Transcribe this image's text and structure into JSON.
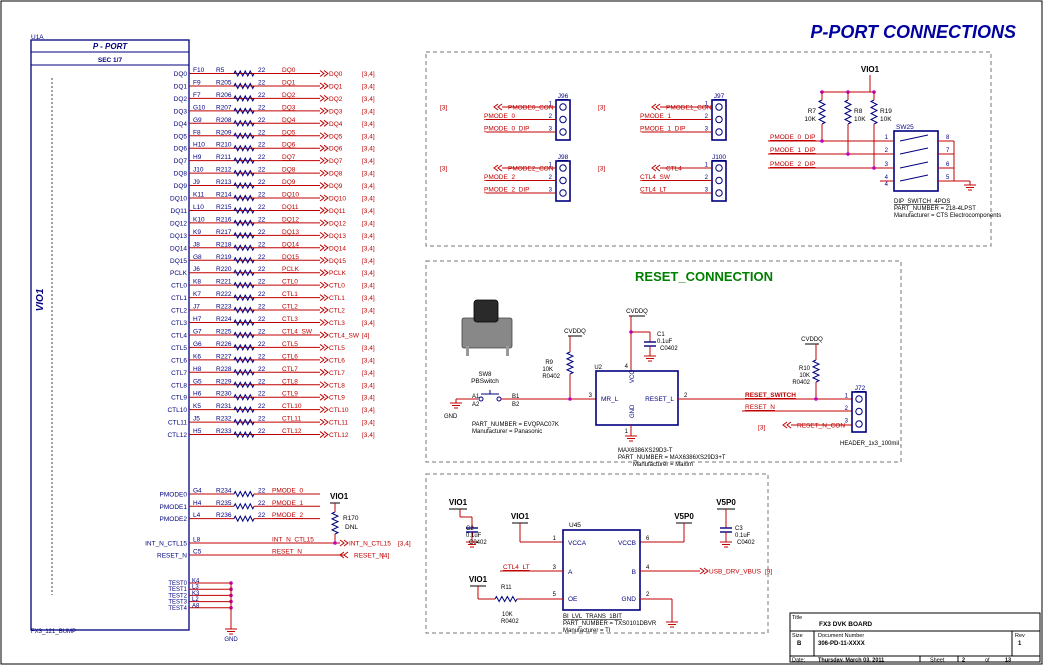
{
  "sheet_title": "P-PORT CONNECTIONS",
  "u1": {
    "ref": "U1A",
    "name": "P - PORT",
    "sec": "SEC 1/7",
    "side_label": "VIO1",
    "part": "FX3_121_BUMP"
  },
  "dq_rows": [
    {
      "pin": "DQ0",
      "ball": "F10",
      "res": "R5",
      "val": "22",
      "net": "DQ0",
      "port": "DQ0",
      "refs": "[3,4]"
    },
    {
      "pin": "DQ1",
      "ball": "F9",
      "res": "R205",
      "val": "22",
      "net": "DQ1",
      "port": "DQ1",
      "refs": "[3,4]"
    },
    {
      "pin": "DQ2",
      "ball": "F7",
      "res": "R206",
      "val": "22",
      "net": "DQ2",
      "port": "DQ2",
      "refs": "[3,4]"
    },
    {
      "pin": "DQ3",
      "ball": "G10",
      "res": "R207",
      "val": "22",
      "net": "DQ3",
      "port": "DQ3",
      "refs": "[3,4]"
    },
    {
      "pin": "DQ4",
      "ball": "G9",
      "res": "R208",
      "val": "22",
      "net": "DQ4",
      "port": "DQ4",
      "refs": "[3,4]"
    },
    {
      "pin": "DQ5",
      "ball": "F8",
      "res": "R209",
      "val": "22",
      "net": "DQ5",
      "port": "DQ5",
      "refs": "[3,4]"
    },
    {
      "pin": "DQ6",
      "ball": "H10",
      "res": "R210",
      "val": "22",
      "net": "DQ6",
      "port": "DQ6",
      "refs": "[3,4]"
    },
    {
      "pin": "DQ7",
      "ball": "H9",
      "res": "R211",
      "val": "22",
      "net": "DQ7",
      "port": "DQ7",
      "refs": "[3,4]"
    },
    {
      "pin": "DQ8",
      "ball": "J10",
      "res": "R212",
      "val": "22",
      "net": "DQ8",
      "port": "DQ8",
      "refs": "[3,4]"
    },
    {
      "pin": "DQ9",
      "ball": "J9",
      "res": "R213",
      "val": "22",
      "net": "DQ9",
      "port": "DQ9",
      "refs": "[3,4]"
    },
    {
      "pin": "DQ10",
      "ball": "K11",
      "res": "R214",
      "val": "22",
      "net": "DQ10",
      "port": "DQ10",
      "refs": "[3,4]"
    },
    {
      "pin": "DQ11",
      "ball": "L10",
      "res": "R215",
      "val": "22",
      "net": "DQ11",
      "port": "DQ11",
      "refs": "[3,4]"
    },
    {
      "pin": "DQ12",
      "ball": "K10",
      "res": "R216",
      "val": "22",
      "net": "DQ12",
      "port": "DQ12",
      "refs": "[3,4]"
    },
    {
      "pin": "DQ13",
      "ball": "K9",
      "res": "R217",
      "val": "22",
      "net": "DQ13",
      "port": "DQ13",
      "refs": "[3,4]"
    },
    {
      "pin": "DQ14",
      "ball": "J8",
      "res": "R218",
      "val": "22",
      "net": "DQ14",
      "port": "DQ14",
      "refs": "[3,4]"
    },
    {
      "pin": "DQ15",
      "ball": "G8",
      "res": "R219",
      "val": "22",
      "net": "DQ15",
      "port": "DQ15",
      "refs": "[3,4]"
    },
    {
      "pin": "PCLK",
      "ball": "J6",
      "res": "R220",
      "val": "22",
      "net": "PCLK",
      "port": "PCLK",
      "refs": "[3,4]"
    },
    {
      "pin": "CTL0",
      "ball": "K8",
      "res": "R221",
      "val": "22",
      "net": "CTL0",
      "port": "CTL0",
      "refs": "[3,4]"
    },
    {
      "pin": "CTL1",
      "ball": "K7",
      "res": "R222",
      "val": "22",
      "net": "CTL1",
      "port": "CTL1",
      "refs": "[3,4]"
    },
    {
      "pin": "CTL2",
      "ball": "J7",
      "res": "R223",
      "val": "22",
      "net": "CTL2",
      "port": "CTL2",
      "refs": "[3,4]"
    },
    {
      "pin": "CTL3",
      "ball": "H7",
      "res": "R224",
      "val": "22",
      "net": "CTL3",
      "port": "CTL3",
      "refs": "[3,4]"
    },
    {
      "pin": "CTL4",
      "ball": "G7",
      "res": "R225",
      "val": "22",
      "net": "CTL4_SW",
      "port": "CTL4_SW",
      "refs": "[4]"
    },
    {
      "pin": "CTL5",
      "ball": "G6",
      "res": "R226",
      "val": "22",
      "net": "CTL5",
      "port": "CTL5",
      "refs": "[3,4]"
    },
    {
      "pin": "CTL6",
      "ball": "K6",
      "res": "R227",
      "val": "22",
      "net": "CTL6",
      "port": "CTL6",
      "refs": "[3,4]"
    },
    {
      "pin": "CTL7",
      "ball": "H8",
      "res": "R228",
      "val": "22",
      "net": "CTL7",
      "port": "CTL7",
      "refs": "[3,4]"
    },
    {
      "pin": "CTL8",
      "ball": "G5",
      "res": "R229",
      "val": "22",
      "net": "CTL8",
      "port": "CTL8",
      "refs": "[3,4]"
    },
    {
      "pin": "CTL9",
      "ball": "H6",
      "res": "R230",
      "val": "22",
      "net": "CTL9",
      "port": "CTL9",
      "refs": "[3,4]"
    },
    {
      "pin": "CTL10",
      "ball": "K5",
      "res": "R231",
      "val": "22",
      "net": "CTL10",
      "port": "CTL10",
      "refs": "[3,4]"
    },
    {
      "pin": "CTL11",
      "ball": "J5",
      "res": "R232",
      "val": "22",
      "net": "CTL11",
      "port": "CTL11",
      "refs": "[3,4]"
    },
    {
      "pin": "CTL12",
      "ball": "H5",
      "res": "R233",
      "val": "22",
      "net": "CTL12",
      "port": "CTL12",
      "refs": "[3,4]"
    }
  ],
  "pmode_rows": [
    {
      "pin": "PMODE0",
      "ball": "G4",
      "res": "R234",
      "val": "22",
      "net": "PMODE_0"
    },
    {
      "pin": "PMODE1",
      "ball": "H4",
      "res": "R235",
      "val": "22",
      "net": "PMODE_1"
    },
    {
      "pin": "PMODE2",
      "ball": "L4",
      "res": "R236",
      "val": "22",
      "net": "PMODE_2"
    }
  ],
  "pmode_pull": {
    "rail": "VIO1",
    "ref": "R170",
    "val": "DNL"
  },
  "int_row": {
    "pin": "INT_N_CTL15",
    "ball": "L8",
    "net": "INT_N_CTL15",
    "port": "INT_N_CTL15",
    "refs": "[3,4]"
  },
  "reset_row": {
    "pin": "RESET_N",
    "ball": "C5",
    "net": "RESET_N",
    "port": "RESET_N",
    "refs": "[4]"
  },
  "test_rows": [
    {
      "pin": "TEST0",
      "ball": "K4"
    },
    {
      "pin": "TEST1",
      "ball": "L3"
    },
    {
      "pin": "TEST2",
      "ball": "K3"
    },
    {
      "pin": "TEST3",
      "ball": "L2"
    },
    {
      "pin": "TEST4",
      "ball": "A8"
    }
  ],
  "gnd": "GND",
  "headers": [
    {
      "ref": "J96",
      "port": "PMODE0_CON",
      "refs": "[3]",
      "net2": "PMODE_0",
      "net3": "PMODE_0_DIP"
    },
    {
      "ref": "J97",
      "port": "PMODE1_CON",
      "refs": "[3]",
      "net2": "PMODE_1",
      "net3": "PMODE_1_DIP"
    },
    {
      "ref": "J98",
      "port": "PMODE2_CON",
      "refs": "[3]",
      "net2": "PMODE_2",
      "net3": "PMODE_2_DIP"
    },
    {
      "ref": "J100",
      "port": "CTL4",
      "refs": "[3]",
      "net2": "CTL4_SW",
      "net3": "CTL4_LT"
    }
  ],
  "pin_numbers": [
    "1",
    "2",
    "3",
    "4",
    "5",
    "6",
    "7",
    "8"
  ],
  "dip": {
    "rail": "VIO1",
    "res": [
      {
        "ref": "R7",
        "val": "10K"
      },
      {
        "ref": "R8",
        "val": "10K"
      },
      {
        "ref": "R19",
        "val": "10K"
      }
    ],
    "ref": "SW25",
    "nets": [
      "PMODE_0_DIP",
      "PMODE_1_DIP",
      "PMODE_2_DIP"
    ],
    "name": "DIP_SWITCH_4POS",
    "part_number": "PART_NUMBER = 218-4LPST",
    "manufacturer": "Manufacturer = CTS Electrocomponents"
  },
  "reset_section": {
    "title": "RESET_CONNECTION",
    "sw_ref": "SW8",
    "sw_name": "PBSwitch",
    "sw_pins": [
      "A1",
      "A2",
      "B1",
      "B2"
    ],
    "sw_part": "PART_NUMBER = EVQPAC07K",
    "sw_mfr": "Manufacturer = Panasonic",
    "r9": {
      "rail": "CVDDQ",
      "ref": "R9",
      "val": "10K",
      "pkg": "R0402"
    },
    "c1": {
      "rail": "CVDDQ",
      "ref": "C1",
      "val": "0.1uF",
      "pkg": "C0402"
    },
    "u2": {
      "ref": "U2",
      "mr": "MR_L",
      "reset": "RESET_L",
      "vcc": "VCC",
      "gnd": "GND",
      "pin_mr": "3",
      "pin_vcc": "4",
      "pin_reset": "2",
      "pin_gnd": "1",
      "name": "MAX6386XS29D3-T",
      "part": "PART_NUMBER = MAX6386XS29D3+T",
      "mfr": "Manufacturer = Maxim"
    },
    "r10": {
      "rail": "CVDDQ",
      "ref": "R10",
      "val": "10K",
      "pkg": "R0402"
    },
    "net_switch": "RESET_SWITCH",
    "net_reset": "RESET_N",
    "port": "RESET_N_CON",
    "port_refs": "[3]",
    "header_ref": "J72",
    "header_name": "HEADER_1x3_100mil"
  },
  "level_section": {
    "vio_a": "VIO1",
    "vio_b": "VIO1",
    "vio_c": "VIO1",
    "v5": "V5P0",
    "c2": {
      "ref": "C2",
      "val": "0.1uF",
      "pkg": "C0402"
    },
    "c3": {
      "ref": "C3",
      "val": "0.1uF",
      "pkg": "C0402"
    },
    "u45": {
      "ref": "U45",
      "vcca": "VCCA",
      "vccb": "VCCB",
      "a": "A",
      "b": "B",
      "oe": "OE",
      "gnd": "GND",
      "p1": "1",
      "p3": "3",
      "p5": "5",
      "p6": "6",
      "p4": "4",
      "p2": "2",
      "name": "BI_LVL_TRANS_1BIT",
      "part": "PART_NUMBER = TXS0101DBVR",
      "mfr": "Manufacturer = TI"
    },
    "net_in": "CTL4_LT",
    "r11": {
      "ref": "R11",
      "val": "10K",
      "pkg": "R0402"
    },
    "out_port": "USB_DRV_VBUS",
    "out_refs": "[9]"
  },
  "title_block": {
    "title_label": "Title",
    "title": "FX3 DVK BOARD",
    "size_label": "Size",
    "size": "B",
    "doc_label": "Document Number",
    "doc": "306-PD-11-XXXX",
    "rev_label": "Rev",
    "rev": "1",
    "date_label": "Date:",
    "date": "Thursday, March 03, 2011",
    "sheet_label": "Sheet",
    "sheet": "2",
    "of_label": "of",
    "of": "13"
  },
  "colors": {
    "wire": "#c00000",
    "comp": "#000080",
    "text_blue": "#000080",
    "text_red": "#c00000",
    "title": "#0000a0",
    "green": "#008000",
    "junction": "#c000c0"
  }
}
